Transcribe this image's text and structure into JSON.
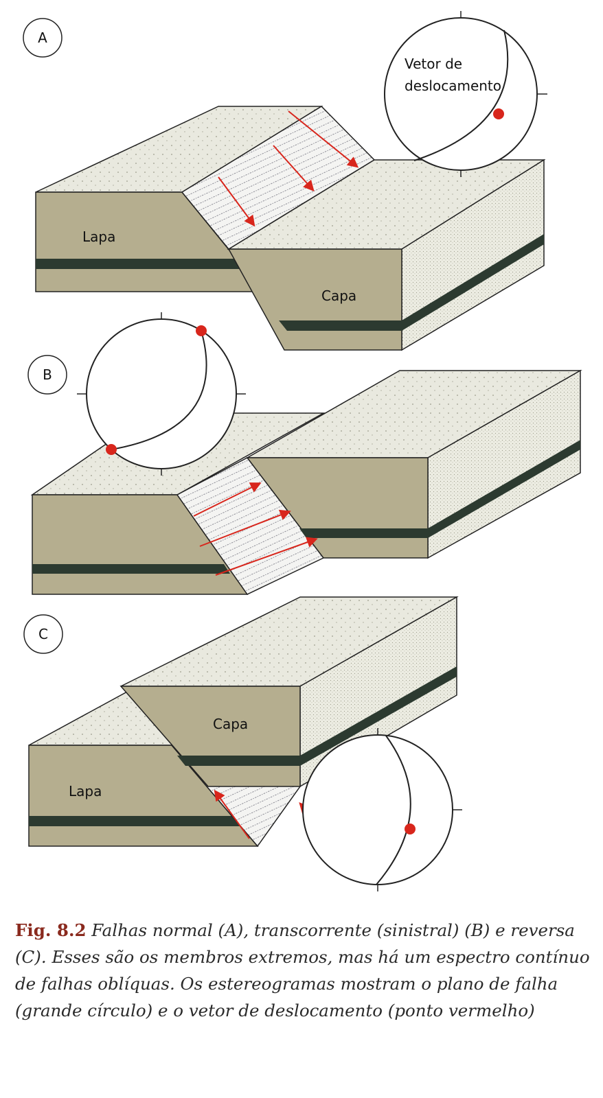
{
  "panels": {
    "a": {
      "letter": "A",
      "left_block": "Lapa",
      "right_block": "Capa",
      "stereonet_label": [
        "Vetor de",
        "deslocamento"
      ]
    },
    "b": {
      "letter": "B"
    },
    "c": {
      "letter": "C",
      "upper_block": "Capa",
      "lower_block": "Lapa"
    }
  },
  "caption": {
    "fig_label": "Fig. 8.2",
    "text": " Falhas normal (A), transcorrente (sinistral) (B) e reversa (C). Esses são os membros extremos, mas há um espectro contínuo de falhas oblíquas. Os estereogramas mostram o plano de falha (grande círculo) e o vetor de deslocamento (ponto vermelho)"
  },
  "colors": {
    "block_face": "#b5ae8f",
    "top_surface": "#e9e9df",
    "side_surface": "#ecece2",
    "layer": "#2c3a30",
    "fault_plane": "#f4f4f2",
    "displacement": "#d8261c",
    "caption_bold": "#8a2a1e"
  }
}
